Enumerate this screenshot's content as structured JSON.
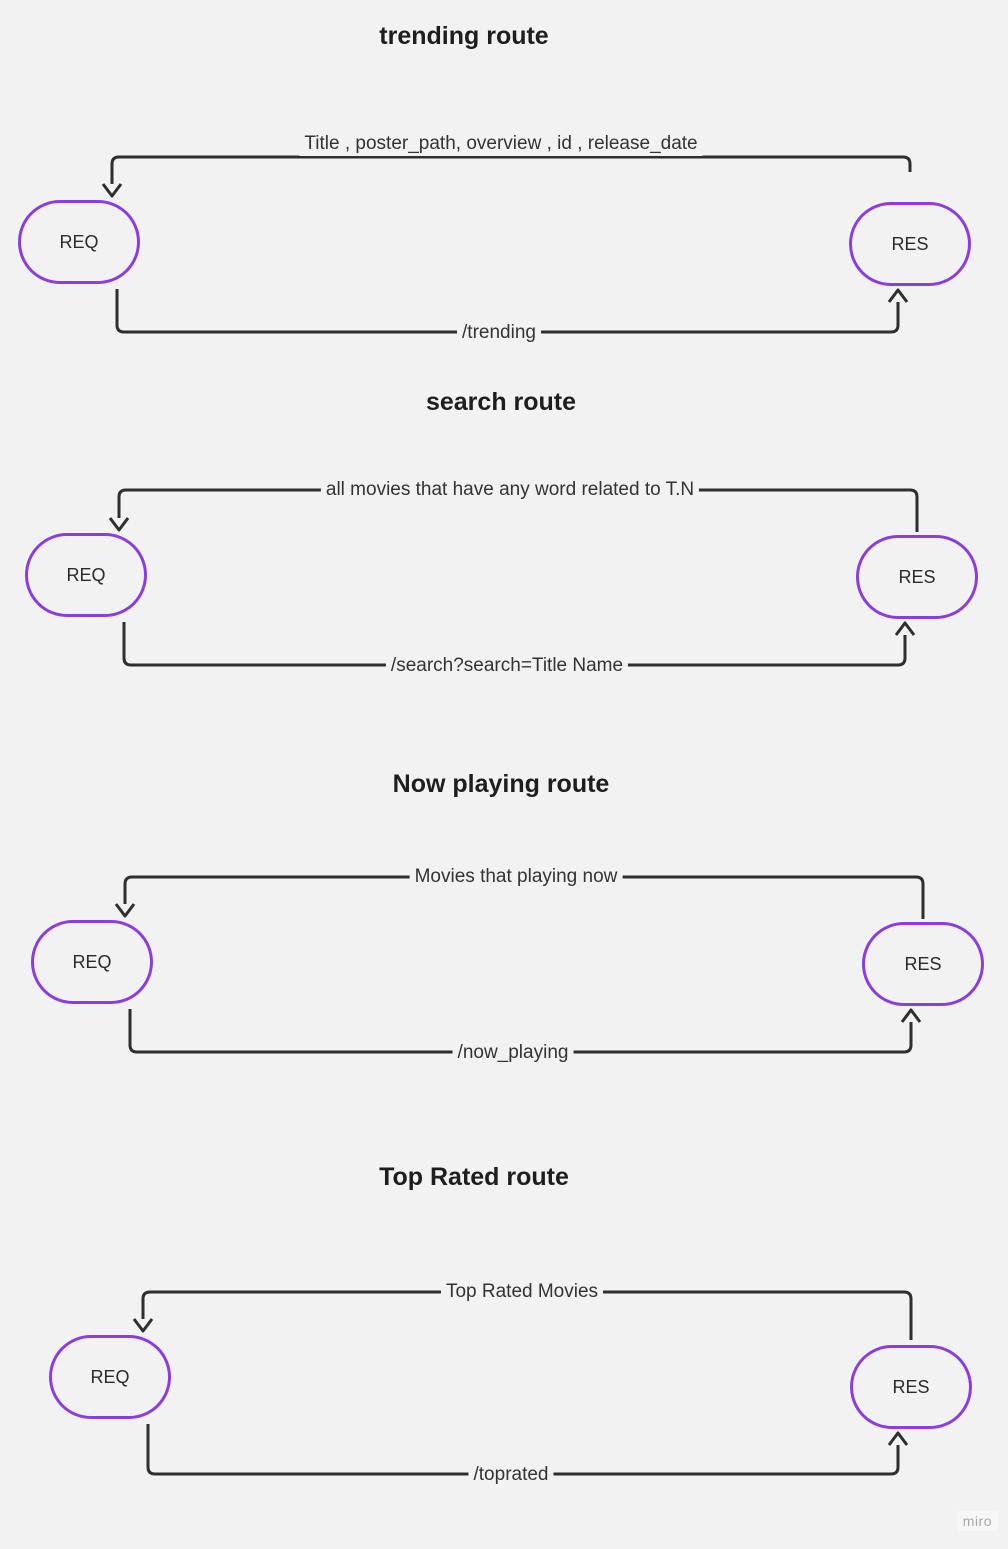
{
  "sections": [
    {
      "title": "trending route",
      "req_label": "REQ",
      "res_label": "RES",
      "response_label": "Title , poster_path, overview , id , release_date",
      "request_label": "/trending"
    },
    {
      "title": "search route",
      "req_label": "REQ",
      "res_label": "RES",
      "response_label": "all movies that have any word related to T.N",
      "request_label": "/search?search=Title Name"
    },
    {
      "title": "Now playing route",
      "req_label": "REQ",
      "res_label": "RES",
      "response_label": "Movies that playing now",
      "request_label": "/now_playing"
    },
    {
      "title": "Top Rated route",
      "req_label": "REQ",
      "res_label": "RES",
      "response_label": "Top Rated Movies",
      "request_label": "/toprated"
    }
  ],
  "watermark": "miro",
  "colors": {
    "background": "#f2f2f2",
    "node_border": "#8a3ee0",
    "connector": "#2f2f2f",
    "text": "#1e1e1e"
  }
}
